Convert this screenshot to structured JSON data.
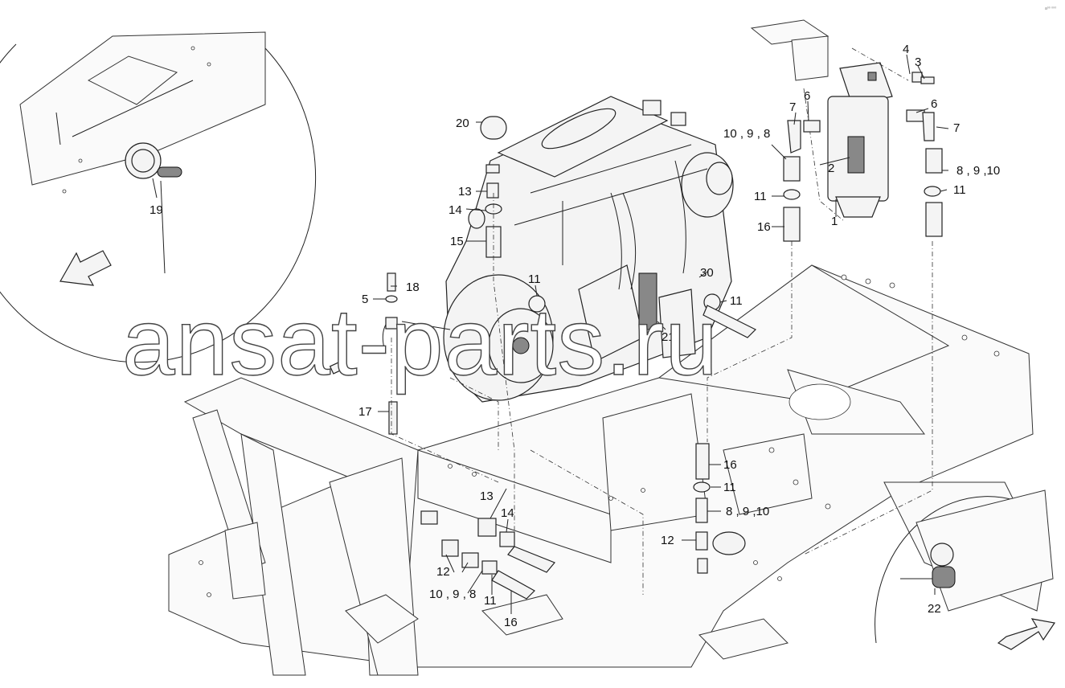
{
  "watermark": "ansat-parts.ru",
  "corner_mark": "a⁰⁰ ⁰⁰⁰",
  "callouts": [
    {
      "id": "c1",
      "text": "1"
    },
    {
      "id": "c2",
      "text": "2"
    },
    {
      "id": "c3",
      "text": "3"
    },
    {
      "id": "c4",
      "text": "4"
    },
    {
      "id": "c5",
      "text": "5"
    },
    {
      "id": "c6a",
      "text": "6"
    },
    {
      "id": "c6b",
      "text": "6"
    },
    {
      "id": "c7a",
      "text": "7"
    },
    {
      "id": "c7b",
      "text": "7"
    },
    {
      "id": "c8910a",
      "text": "10 , 9 , 8"
    },
    {
      "id": "c8910b",
      "text": "8 , 9 ,10"
    },
    {
      "id": "c8910c",
      "text": "8 , 9 ,10"
    },
    {
      "id": "c8910d",
      "text": "10 , 9 , 8"
    },
    {
      "id": "c11a",
      "text": "11"
    },
    {
      "id": "c11b",
      "text": "11"
    },
    {
      "id": "c11c",
      "text": "11"
    },
    {
      "id": "c11d",
      "text": "11"
    },
    {
      "id": "c11e",
      "text": "11"
    },
    {
      "id": "c11f",
      "text": "11"
    },
    {
      "id": "c12a",
      "text": "12"
    },
    {
      "id": "c12b",
      "text": "12"
    },
    {
      "id": "c13a",
      "text": "13"
    },
    {
      "id": "c13b",
      "text": "13"
    },
    {
      "id": "c14a",
      "text": "14"
    },
    {
      "id": "c14b",
      "text": "14"
    },
    {
      "id": "c15",
      "text": "15"
    },
    {
      "id": "c16a",
      "text": "16"
    },
    {
      "id": "c16b",
      "text": "16"
    },
    {
      "id": "c16c",
      "text": "16"
    },
    {
      "id": "c17",
      "text": "17"
    },
    {
      "id": "c18",
      "text": "18"
    },
    {
      "id": "c19",
      "text": "19"
    },
    {
      "id": "c20",
      "text": "20"
    },
    {
      "id": "c21",
      "text": "21"
    },
    {
      "id": "c22",
      "text": "22"
    },
    {
      "id": "c30",
      "text": "30"
    }
  ]
}
